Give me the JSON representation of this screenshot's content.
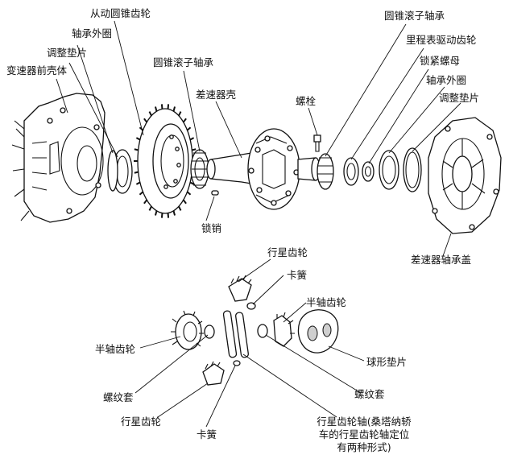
{
  "labels": {
    "driven_bevel_gear": "从动圆锥齿轮",
    "bearing_outer_race_left": "轴承外圈",
    "adjusting_shim_left": "调整垫片",
    "transmission_front_housing": "变速器前壳体",
    "tapered_roller_bearing_left": "圆锥滚子轴承",
    "differential_case": "差速器壳",
    "bolt": "螺栓",
    "tapered_roller_bearing_right": "圆锥滚子轴承",
    "speedometer_drive_gear": "里程表驱动齿轮",
    "lock_nut": "锁紧螺母",
    "bearing_outer_race_right": "轴承外圈",
    "adjusting_shim_right": "调整垫片",
    "lock_pin": "锁销",
    "differential_bearing_cover": "差速器轴承盖",
    "planet_gear_top": "行星齿轮",
    "circlip_top": "卡簧",
    "side_gear_right": "半轴齿轮",
    "side_gear_left": "半轴齿轮",
    "spherical_washer": "球形垫片",
    "threaded_sleeve_left": "螺纹套",
    "threaded_sleeve_right": "螺纹套",
    "planet_gear_bottom": "行星齿轮",
    "circlip_bottom": "卡簧",
    "planet_gear_shaft_note": "行星齿轮轴(桑塔纳轿车的行星齿轮轴定位有两种形式)"
  }
}
